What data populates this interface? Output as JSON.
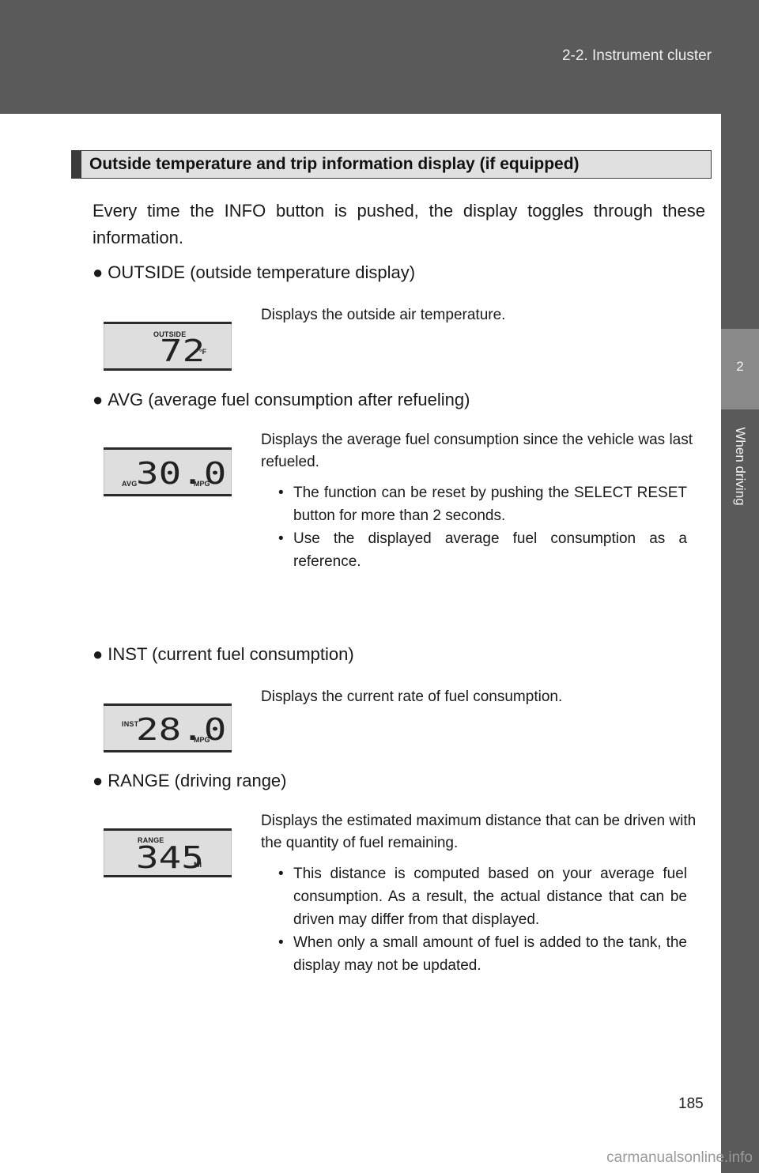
{
  "header": {
    "section": "2-2. Instrument cluster"
  },
  "side_tab": {
    "chapter_number": "2",
    "chapter_label": "When driving"
  },
  "heading": "Outside temperature and trip information display (if equipped)",
  "intro": "Every time the INFO button is pushed, the display toggles through these information.",
  "sections": [
    {
      "bullet": "●",
      "title": "OUTSIDE (outside temperature display)",
      "lcd": {
        "mode": "OUTSIDE",
        "value": "72",
        "unit": "°F"
      },
      "description": "Displays the outside air temperature.",
      "notes": []
    },
    {
      "bullet": "●",
      "title": "AVG (average fuel consumption after refueling)",
      "lcd": {
        "mode": "AVG",
        "value": "30.0",
        "unit": "MPG"
      },
      "description": "Displays the average fuel consumption since the vehicle was last refueled.",
      "notes": [
        "The function can be reset by pushing the SELECT RESET button for more than 2 seconds.",
        "Use the displayed average fuel consumption as a reference."
      ]
    },
    {
      "bullet": "●",
      "title": "INST (current fuel consumption)",
      "lcd": {
        "mode": "INST",
        "value": "28.0",
        "unit": "MPG"
      },
      "description": "Displays the current rate of fuel consumption.",
      "notes": []
    },
    {
      "bullet": "●",
      "title": "RANGE (driving range)",
      "lcd": {
        "mode": "RANGE",
        "value": "345",
        "unit": "MI"
      },
      "description": "Displays the estimated maximum distance that can be driven with the quantity of fuel remaining.",
      "notes": [
        "This distance is computed based on your average fuel consumption. As a result, the actual distance that can be driven may differ from that displayed.",
        "When only a small amount of fuel is added to the tank, the display may not be updated."
      ]
    }
  ],
  "page_number": "185",
  "watermark": "carmanualsonline.info"
}
